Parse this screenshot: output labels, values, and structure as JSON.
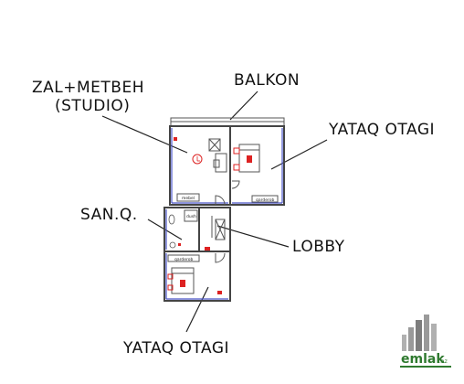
{
  "labels": {
    "studio_line1": "ZAL+METBEH",
    "studio_line2": "(STUDIO)",
    "balkon": "BALKON",
    "yataq_top": "YATAQ  OTAGI",
    "san_q": "SAN.Q.",
    "lobby": "LOBBY",
    "yataq_bottom": "YATAQ  OTAGI"
  },
  "furniture_labels": {
    "mebel": "mebel",
    "qarderob_top": "qarderob",
    "qarderob_bottom": "qarderob",
    "dush": "dush"
  },
  "logo": {
    "text": "emlak",
    "suffix": ".az"
  },
  "colors": {
    "wall": "#444444",
    "accent_blue": "#4a55c8",
    "accent_red": "#dd2222",
    "logo_green": "#2f7a2f"
  }
}
